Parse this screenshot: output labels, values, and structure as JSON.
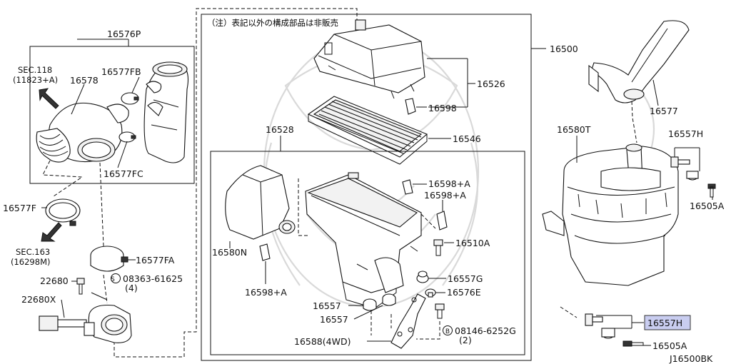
{
  "note": "（注）表記以外の構成部品は非販売",
  "diagram_code": "J16500BK",
  "highlight_color": "#c9cdf0",
  "labels": {
    "p16576P": "16576P",
    "sec118": "SEC.118",
    "sec118b": "(11823+A)",
    "p16578": "16578",
    "p16577FB": "16577FB",
    "p16577FC": "16577FC",
    "p16577F": "16577F",
    "sec163": "SEC.163",
    "sec163b": "(16298M)",
    "p16577FA": "16577FA",
    "p22680": "22680",
    "p08363": "08363-61625",
    "p08363q": "(4)",
    "p22680X": "22680X",
    "p16500": "16500",
    "p16526": "16526",
    "p16598": "16598",
    "p16546": "16546",
    "p16528": "16528",
    "p16598A1": "16598+A",
    "p16598A2": "16598+A",
    "p16580N": "16580N",
    "p16510A": "16510A",
    "p16598A3": "16598+A",
    "p16557G": "16557G",
    "p16576E": "16576E",
    "p16557a": "16557",
    "p16557b": "16557",
    "p08146": "08146-6252G",
    "p08146q": "(2)",
    "p16588": "16588(4WD)",
    "p16577": "16577",
    "p16580T": "16580T",
    "p16557H": "16557H",
    "p16505A1": "16505A",
    "p16557Hhi": "16557H",
    "p16505A2": "16505A",
    "circleS": "S",
    "circleB": "B"
  }
}
